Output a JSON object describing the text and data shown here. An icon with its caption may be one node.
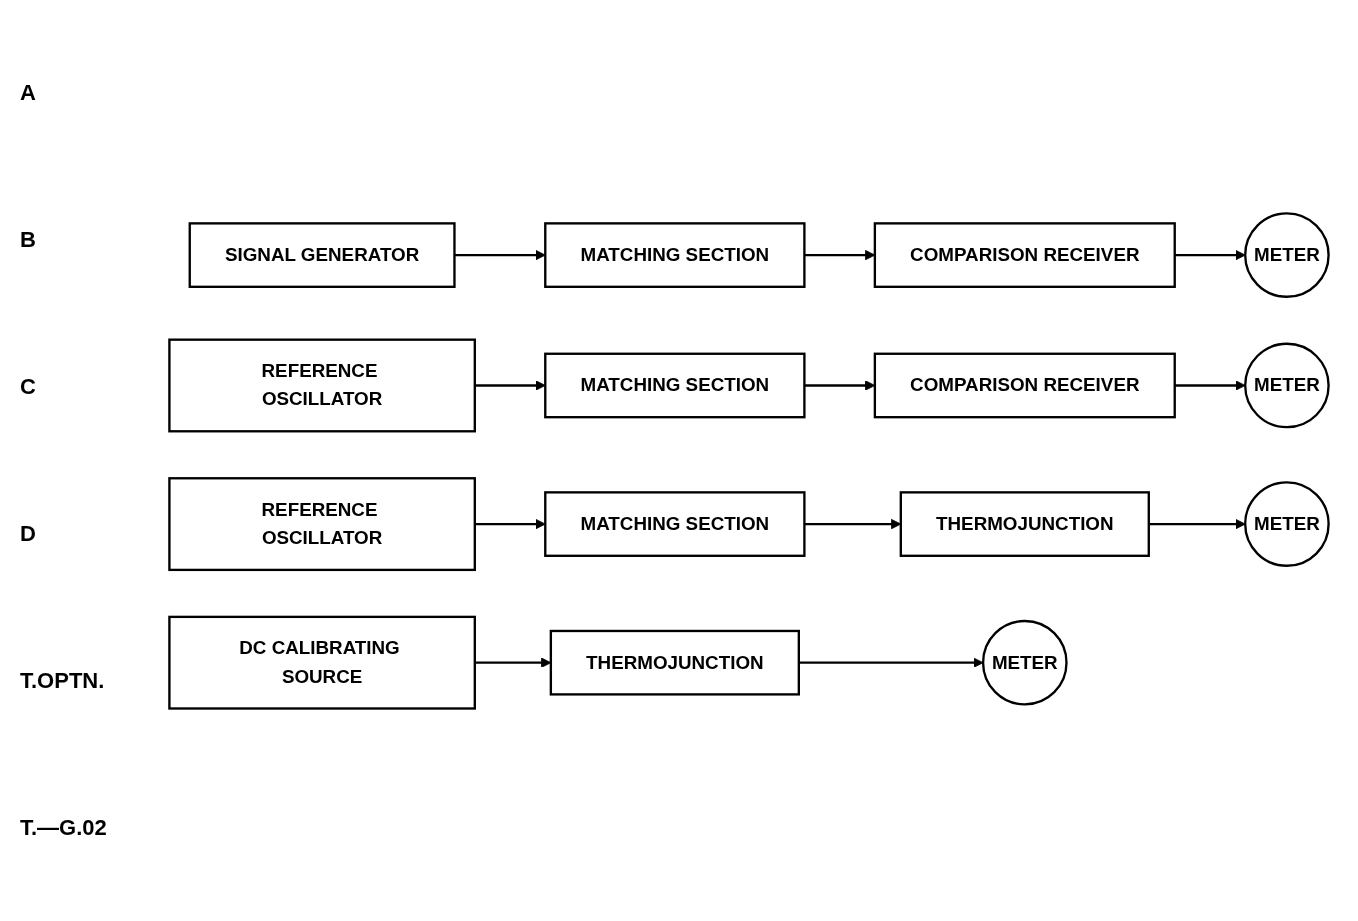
{
  "diagram": {
    "nodes": [
      {
        "text": [
          "SIGNAL GENERATOR"
        ]
      },
      {
        "text": [
          "MATCHING SECTION"
        ]
      },
      {
        "text": [
          "COMPARISON RECEIVER"
        ]
      },
      {
        "text": [
          "METER"
        ]
      },
      {
        "text": [
          "REFERENCE OSCILLATOR"
        ]
      },
      {
        "text": [
          "MATCHING SECTION"
        ]
      },
      {
        "text": [
          "COMPARISON RECEIVER"
        ]
      },
      {
        "text": [
          "METER"
        ]
      },
      {
        "text": [
          "REFERENCE OSCILLATOR"
        ]
      },
      {
        "text": [
          "MATCHING SECTION"
        ]
      },
      {
        "text": [
          "THERMOJUNCTION"
        ]
      },
      {
        "text": [
          "METER"
        ]
      },
      {
        "text": [
          "DC CALIBRATING SOURCE"
        ]
      },
      {
        "text": [
          "THERMOJUNCTION"
        ]
      },
      {
        "text": [
          "METER"
        ]
      }
    ],
    "edges": [
      {
        "from": 0,
        "to": 1,
        "arrow": "to"
      },
      {
        "from": 1,
        "to": 2,
        "arrow": "to"
      },
      {
        "from": 2,
        "to": 3,
        "arrow": "to"
      },
      {
        "from": 4,
        "to": 5,
        "arrow": "to"
      },
      {
        "from": 5,
        "to": 6,
        "arrow": "to"
      },
      {
        "from": 6,
        "to": 7,
        "arrow": "to"
      },
      {
        "from": 8,
        "to": 9,
        "arrow": "to"
      },
      {
        "from": 9,
        "to": 10,
        "arrow": "to"
      },
      {
        "from": 10,
        "to": 11,
        "arrow": "to"
      },
      {
        "from": 12,
        "to": 13,
        "arrow": "to"
      },
      {
        "from": 13,
        "to": 14,
        "arrow": "to"
      }
    ],
    "labels": [
      "A",
      "B",
      "C",
      "D",
      "T.OPTN.",
      "T.—G.02"
    ]
  }
}
